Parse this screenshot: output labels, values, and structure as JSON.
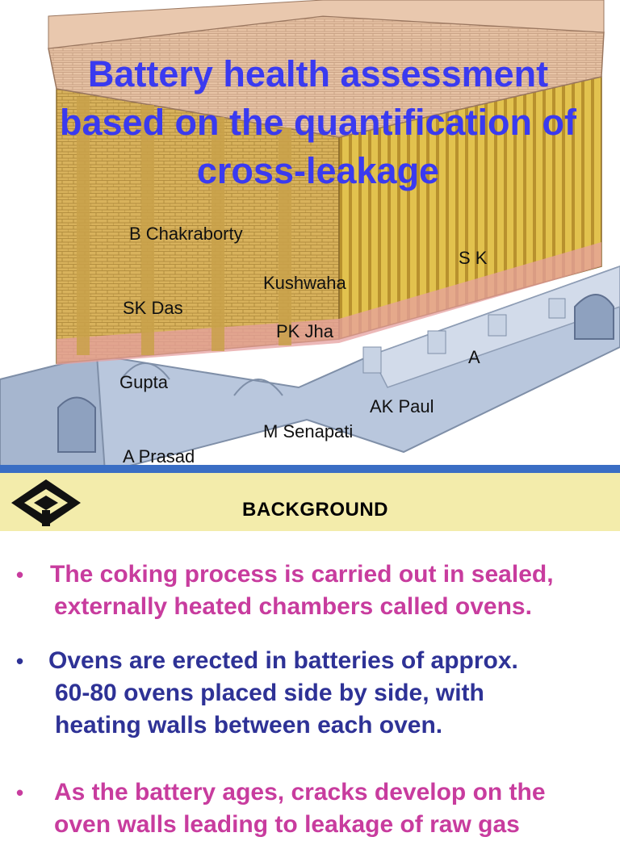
{
  "slide": {
    "title_lines": [
      "Battery health assessment",
      "based on the quantification of",
      "cross-leakage"
    ],
    "authors": [
      "B Chakraborty",
      "S K",
      "Kushwaha",
      "SK Das",
      "PK Jha",
      "A",
      "Gupta",
      "AK Paul",
      "M Senapati",
      "A Prasad"
    ]
  },
  "section": {
    "heading": "BACKGROUND",
    "logo_icon": "company-logo-icon"
  },
  "bullets": [
    {
      "lines": [
        "The coking process is carried out in sealed,",
        "externally  heated  chambers called ovens."
      ],
      "color": "#c83c9e"
    },
    {
      "lines": [
        "Ovens are erected in batteries of approx.",
        "60-80 ovens placed side by side, with",
        "heating walls between each oven."
      ],
      "color": "#2e3296"
    },
    {
      "lines": [
        "As the battery ages, cracks develop on the",
        "oven walls leading to leakage of raw gas"
      ],
      "color": "#c83c9e"
    }
  ],
  "colors": {
    "title": "#3a3af0",
    "bar": "#f3ecab",
    "rule": "#3a6ec4"
  }
}
